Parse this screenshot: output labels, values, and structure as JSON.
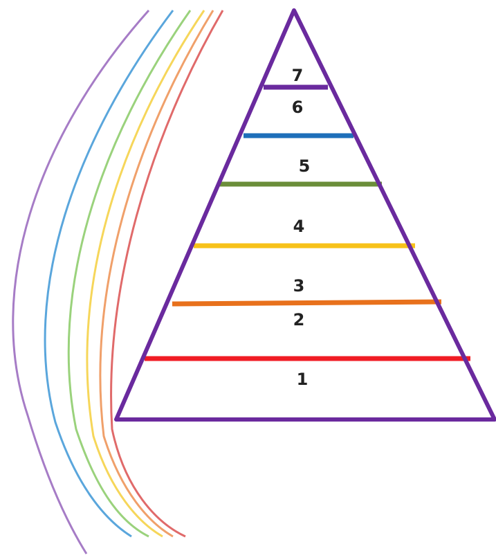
{
  "pyramid": {
    "outline_color": "#6a2a9e",
    "levels": [
      {
        "label": "1",
        "band_color": "#f01c24"
      },
      {
        "label": "2",
        "band_color": "#e8711c"
      },
      {
        "label": "3",
        "band_color": "#e8711c"
      },
      {
        "label": "4",
        "band_color": "#f7c21a"
      },
      {
        "label": "5",
        "band_color": "#6b8e3a"
      },
      {
        "label": "6",
        "band_color": "#1e6fba"
      },
      {
        "label": "7",
        "band_color": "#6a2a9e"
      }
    ]
  },
  "rainbow_arcs": {
    "colors": [
      "#a67cc6",
      "#5aa6dc",
      "#9ad27c",
      "#f6d65a",
      "#f0a06a",
      "#e06a6a"
    ]
  }
}
